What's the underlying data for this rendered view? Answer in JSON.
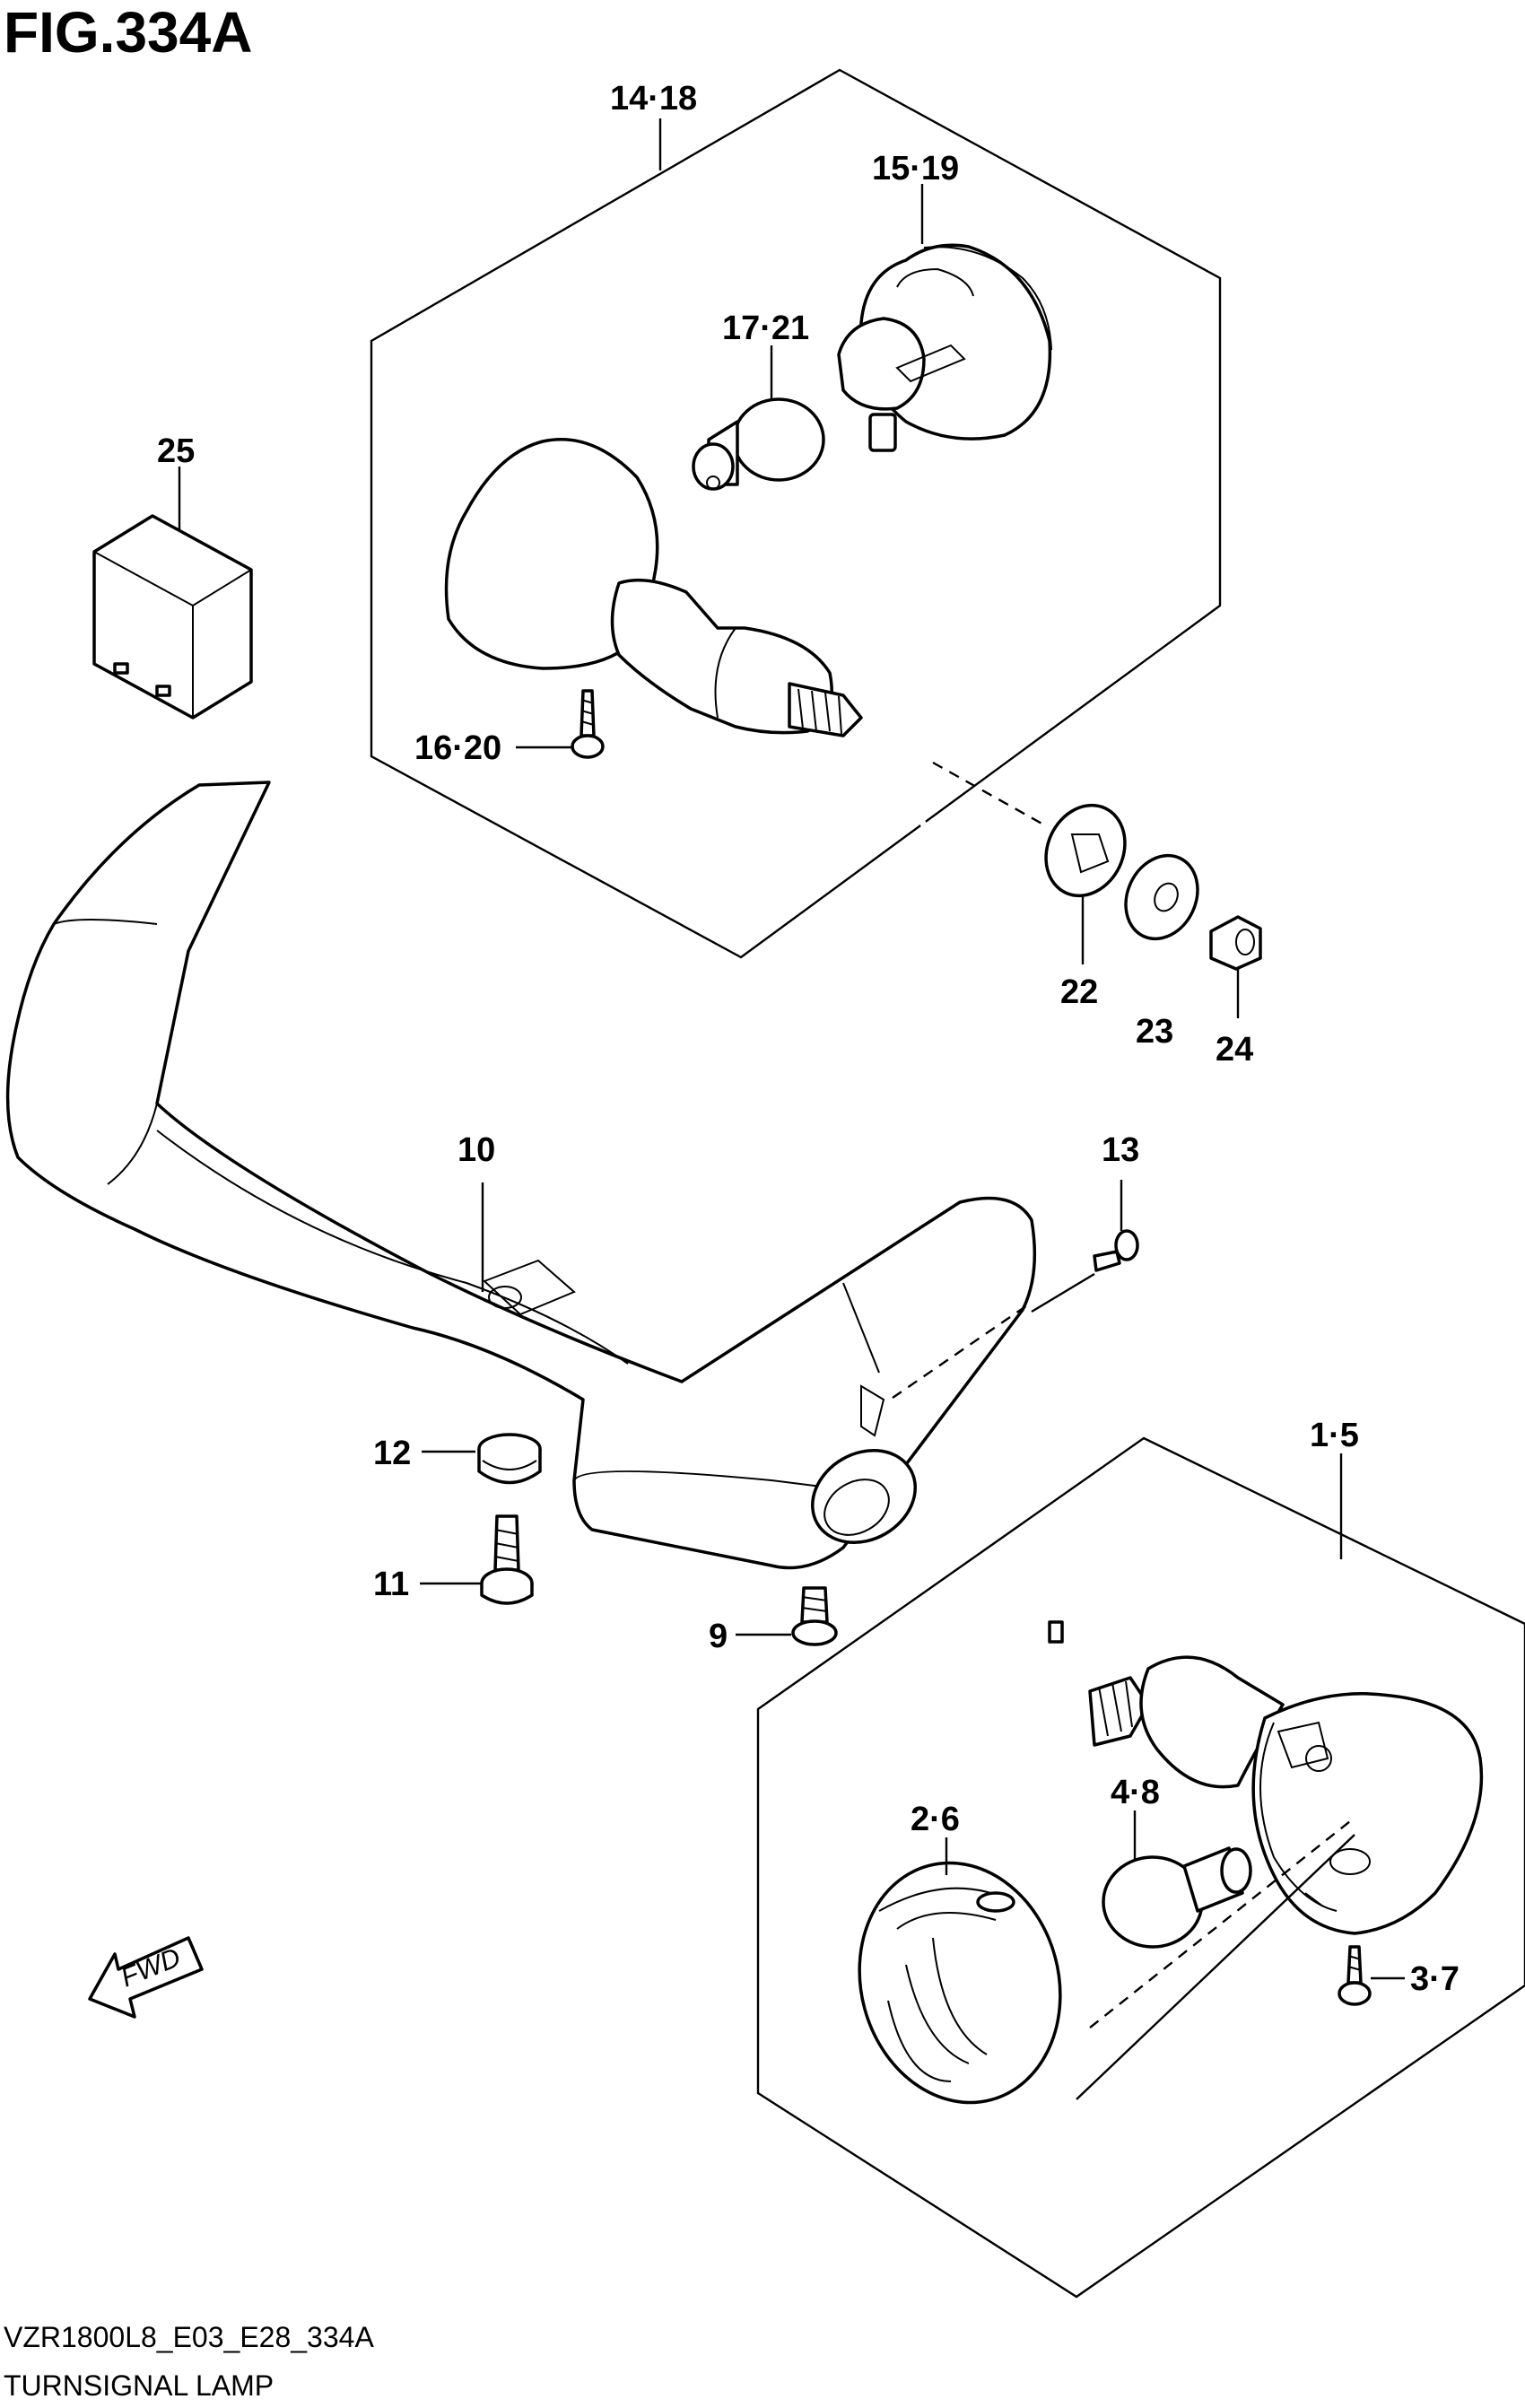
{
  "figure": {
    "title": "FIG.334A",
    "code": "VZR1800L8_E03_E28_334A",
    "caption": "TURNSIGNAL LAMP"
  },
  "direction_arrow": {
    "label": "FWD",
    "icon": "fwd-arrow-icon"
  },
  "callouts": [
    {
      "id": "c-14-18",
      "label": "14·18"
    },
    {
      "id": "c-15-19",
      "label": "15·19"
    },
    {
      "id": "c-17-21",
      "label": "17·21"
    },
    {
      "id": "c-25",
      "label": "25"
    },
    {
      "id": "c-16-20",
      "label": "16·20"
    },
    {
      "id": "c-22",
      "label": "22"
    },
    {
      "id": "c-23",
      "label": "23"
    },
    {
      "id": "c-24",
      "label": "24"
    },
    {
      "id": "c-10",
      "label": "10"
    },
    {
      "id": "c-13",
      "label": "13"
    },
    {
      "id": "c-12",
      "label": "12"
    },
    {
      "id": "c-11",
      "label": "11"
    },
    {
      "id": "c-9",
      "label": "9"
    },
    {
      "id": "c-1-5",
      "label": "1·5"
    },
    {
      "id": "c-2-6",
      "label": "2·6"
    },
    {
      "id": "c-4-8",
      "label": "4·8"
    },
    {
      "id": "c-3-7",
      "label": "3·7"
    }
  ]
}
